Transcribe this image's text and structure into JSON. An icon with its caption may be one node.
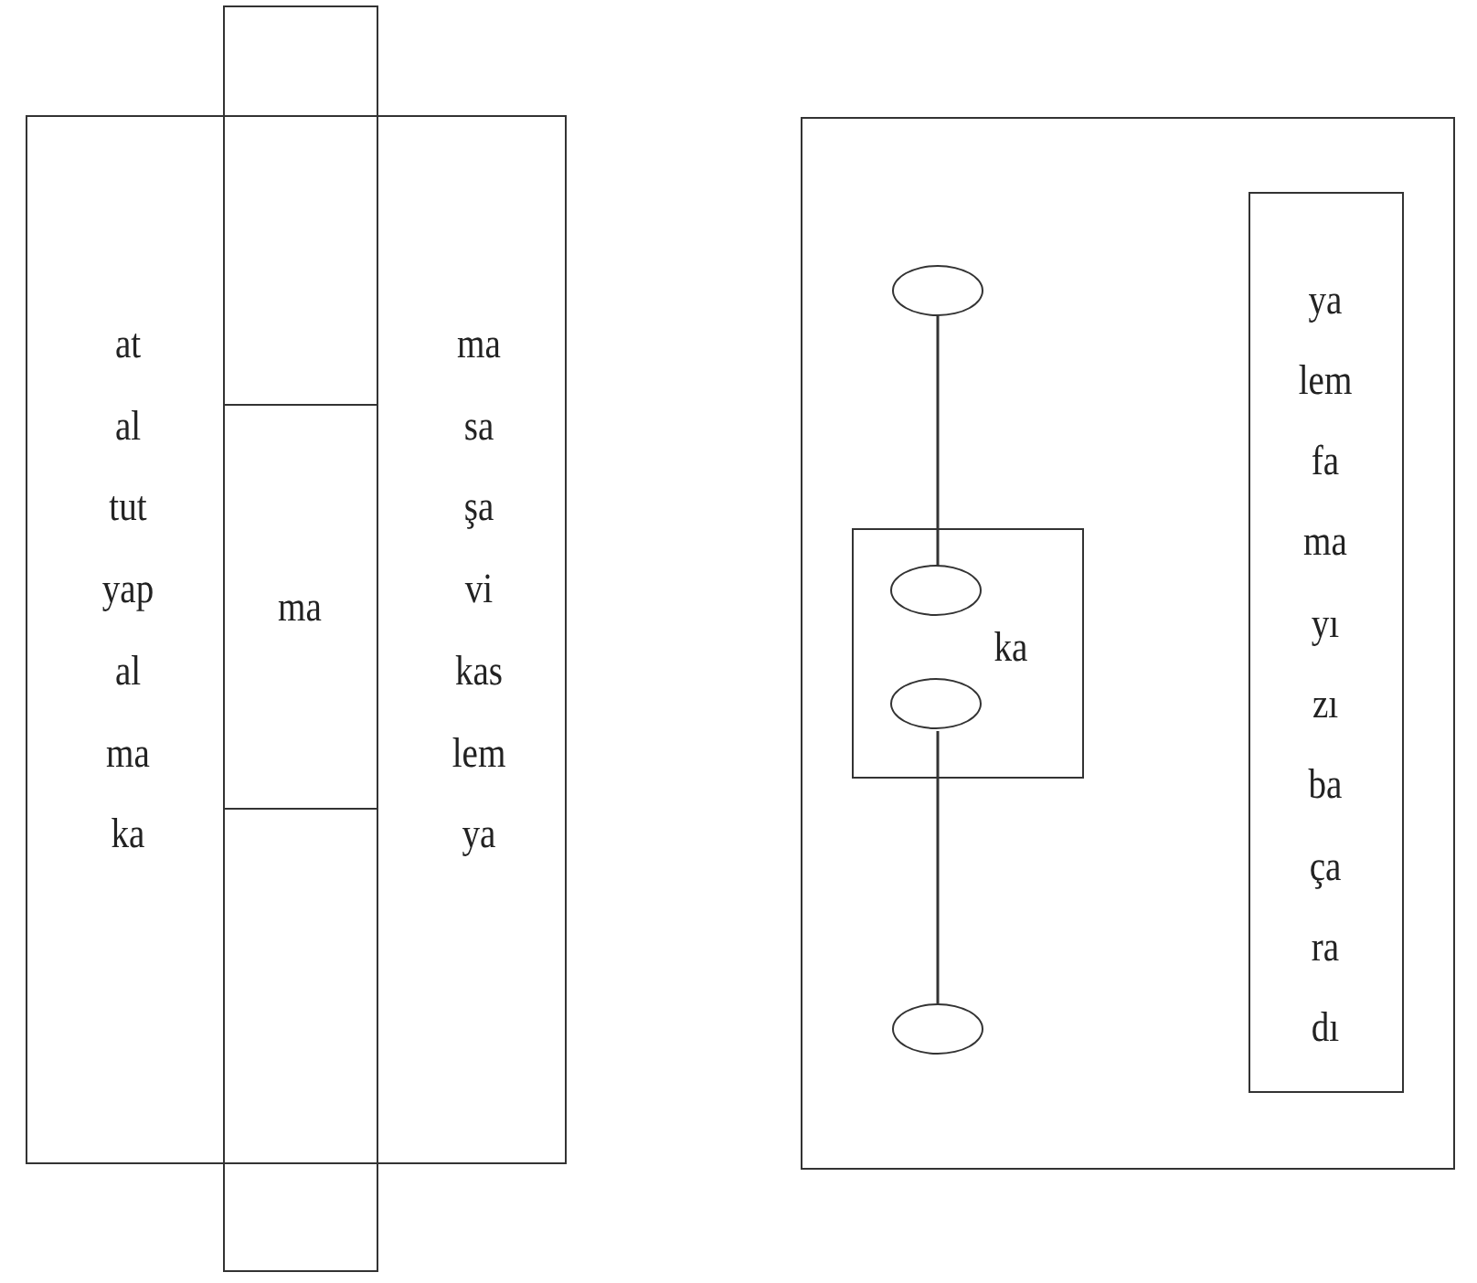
{
  "diagram": {
    "nodes": [
      {
        "text": [],
        "shape": "box"
      },
      {
        "text": [],
        "shape": "box"
      },
      {
        "text": [
          "ma"
        ],
        "in": 1
      },
      {
        "text": [],
        "shape": "box"
      },
      {
        "text": [],
        "shape": "ellipse",
        "in": 3
      },
      {
        "text": [
          "ka"
        ],
        "in": 3
      },
      {
        "text": [],
        "shape": "ellipse",
        "in": 5
      },
      {
        "text": [],
        "shape": "ellipse",
        "in": 5
      },
      {
        "text": [],
        "shape": "ellipse",
        "in": 3
      },
      {
        "text": [
          "ya",
          "lem",
          "fa",
          "ma",
          "yı",
          "zı",
          "ba",
          "ça",
          "ra",
          "dı"
        ],
        "in": 3
      }
    ],
    "edges": [
      {
        "from": 4,
        "to": 6,
        "arrow": "none"
      },
      {
        "from": 7,
        "to": 8,
        "arrow": "none"
      }
    ],
    "labels": [
      "at",
      "ma",
      "al",
      "sa",
      "tut",
      "şa",
      "yap",
      "vi",
      "al",
      "kas",
      "ma",
      "lem",
      "ka",
      "ya"
    ]
  }
}
